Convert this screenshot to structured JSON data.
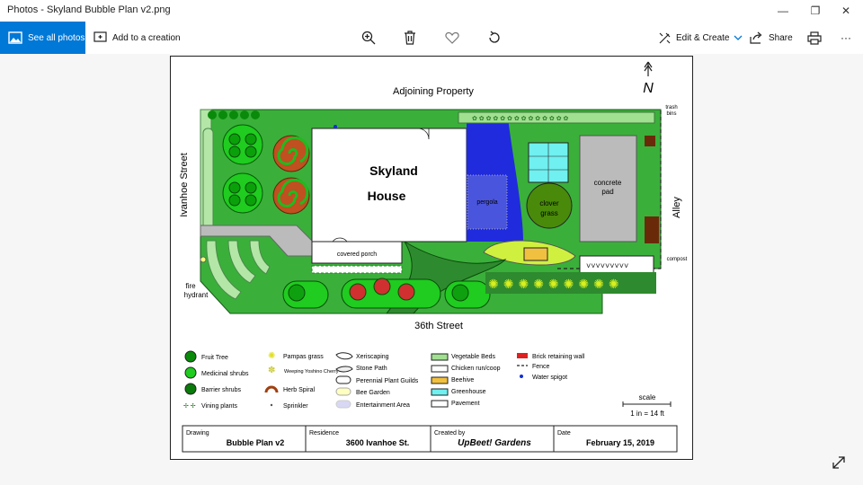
{
  "window": {
    "title": "Photos - Skyland Bubble Plan v2.png",
    "minimize": "—",
    "maximize": "❐",
    "close": "✕"
  },
  "toolbar": {
    "see_all": "See all photos",
    "add_creation": "Add to a creation",
    "edit_create": "Edit & Create",
    "share": "Share",
    "more": "···"
  },
  "plan": {
    "top_label": "Adjoining Property",
    "left_label": "Ivanhoe Street",
    "right_label": "Alley",
    "bottom_label": "36th Street",
    "north": "N",
    "house_line1": "Skyland",
    "house_line2": "House",
    "covered_porch": "covered porch",
    "pergola": "pergola",
    "clover_line1": "clover",
    "clover_line2": "grass",
    "concrete_line1": "concrete",
    "concrete_line2": "pad",
    "trash_line1": "trash",
    "trash_line2": "bins",
    "compost": "compost",
    "hydrant_line1": "fire",
    "hydrant_line2": "hydrant"
  },
  "legend": {
    "col1": [
      "Fruit Tree",
      "Medicinal shrubs",
      "Barrier shrubs",
      "Vining plants"
    ],
    "col2": [
      "Pampas grass",
      "Weeping Yoshino Cherry",
      "Herb Spiral",
      "Sprinkler"
    ],
    "col3": [
      "Xeriscaping",
      "Stone Path",
      "Perennial Plant Guilds",
      "Bee Garden",
      "Entertainment Area"
    ],
    "col4": [
      "Vegetable Beds",
      "Chicken run/coop",
      "Beehive",
      "Greenhouse",
      "Pavement"
    ],
    "col5": [
      "Brick retaining wall",
      "Fence",
      "Water spigot"
    ],
    "scale_label": "scale",
    "scale_value": "1 in = 14 ft"
  },
  "title_block": {
    "drawing_label": "Drawing",
    "drawing_value": "Bubble Plan v2",
    "residence_label": "Residence",
    "residence_value": "3600 Ivanhoe St.",
    "created_label": "Created by",
    "created_value": "UpBeet! Gardens",
    "date_label": "Date",
    "date_value": "February 15, 2019"
  }
}
